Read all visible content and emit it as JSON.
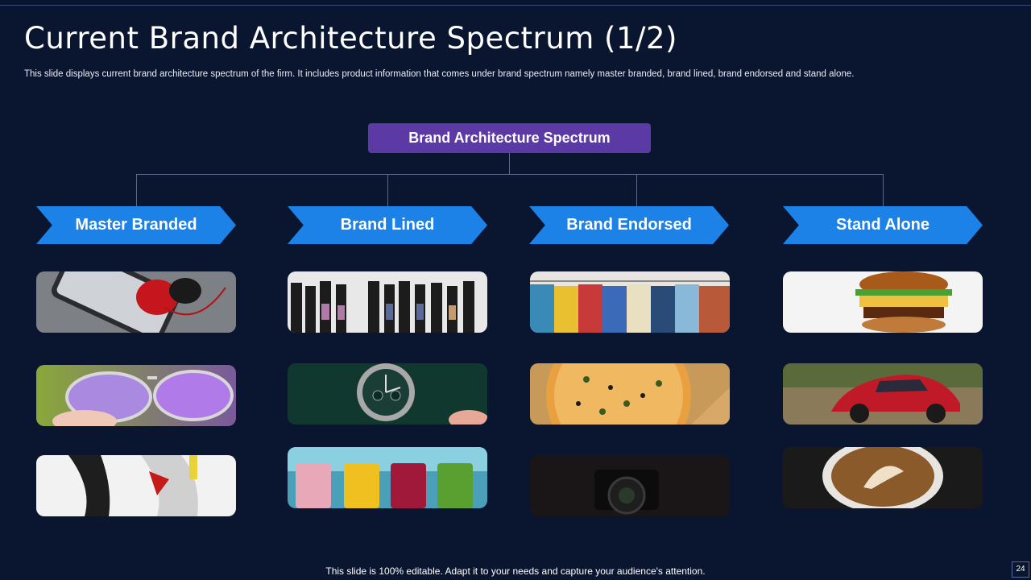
{
  "slide": {
    "title": "Current Brand Architecture Spectrum (1/2)",
    "subtitle": "This slide displays current brand architecture spectrum of the firm. It includes product information that comes under brand spectrum namely master branded, brand lined, brand endorsed and stand alone.",
    "root_label": "Brand Architecture Spectrum",
    "footer": "This slide is 100% editable. Adapt it to your needs and capture your audience's attention.",
    "page_number": "24"
  },
  "columns": [
    {
      "label": "Master Branded",
      "images": [
        "headphones-phone-image",
        "sunglasses-image",
        "sneakers-image"
      ]
    },
    {
      "label": "Brand Lined",
      "images": [
        "shampoo-bottles-image",
        "wristwatch-image",
        "smoothie-jars-image"
      ]
    },
    {
      "label": "Brand Endorsed",
      "images": [
        "clothing-rack-image",
        "pizza-image",
        "camera-image"
      ]
    },
    {
      "label": "Stand Alone",
      "images": [
        "burger-image",
        "sports-car-image",
        "latte-art-image"
      ]
    }
  ],
  "colors": {
    "background": "#0a1630",
    "root_box": "#5b3aa5",
    "arrow": "#1d82e8",
    "connector": "#5a6a8a"
  }
}
